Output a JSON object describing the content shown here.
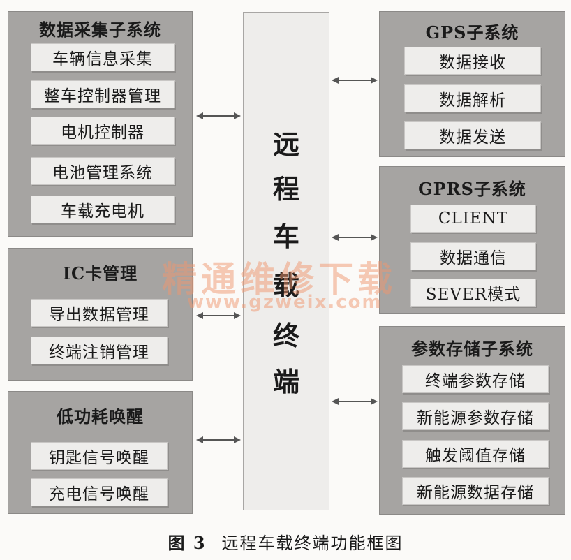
{
  "groups": {
    "data_collection": {
      "title": "数据采集子系统",
      "items": [
        "车辆信息采集",
        "整车控制器管理",
        "电机控制器",
        "电池管理系统",
        "车载充电机"
      ]
    },
    "ic_card": {
      "title": "IC卡管理",
      "items": [
        "导出数据管理",
        "终端注销管理"
      ]
    },
    "low_power": {
      "title": "低功耗唤醒",
      "items": [
        "钥匙信号唤醒",
        "充电信号唤醒"
      ]
    },
    "gps": {
      "title": "GPS子系统",
      "items": [
        "数据接收",
        "数据解析",
        "数据发送"
      ]
    },
    "gprs": {
      "title": "GPRS子系统",
      "items": [
        "CLIENT",
        "数据通信",
        "SEVER模式"
      ]
    },
    "storage": {
      "title": "参数存储子系统",
      "items": [
        "终端参数存储",
        "新能源参数存储",
        "触发阈值存储",
        "新能源数据存储"
      ]
    }
  },
  "terminal": {
    "chars": [
      "远",
      "程",
      "车",
      "载",
      "终",
      "端"
    ]
  },
  "watermark": {
    "cn": "精通维修下载",
    "url": "www.gzweix.com"
  },
  "caption": {
    "figure": "图 3",
    "title": "远程车载终端功能框图"
  }
}
